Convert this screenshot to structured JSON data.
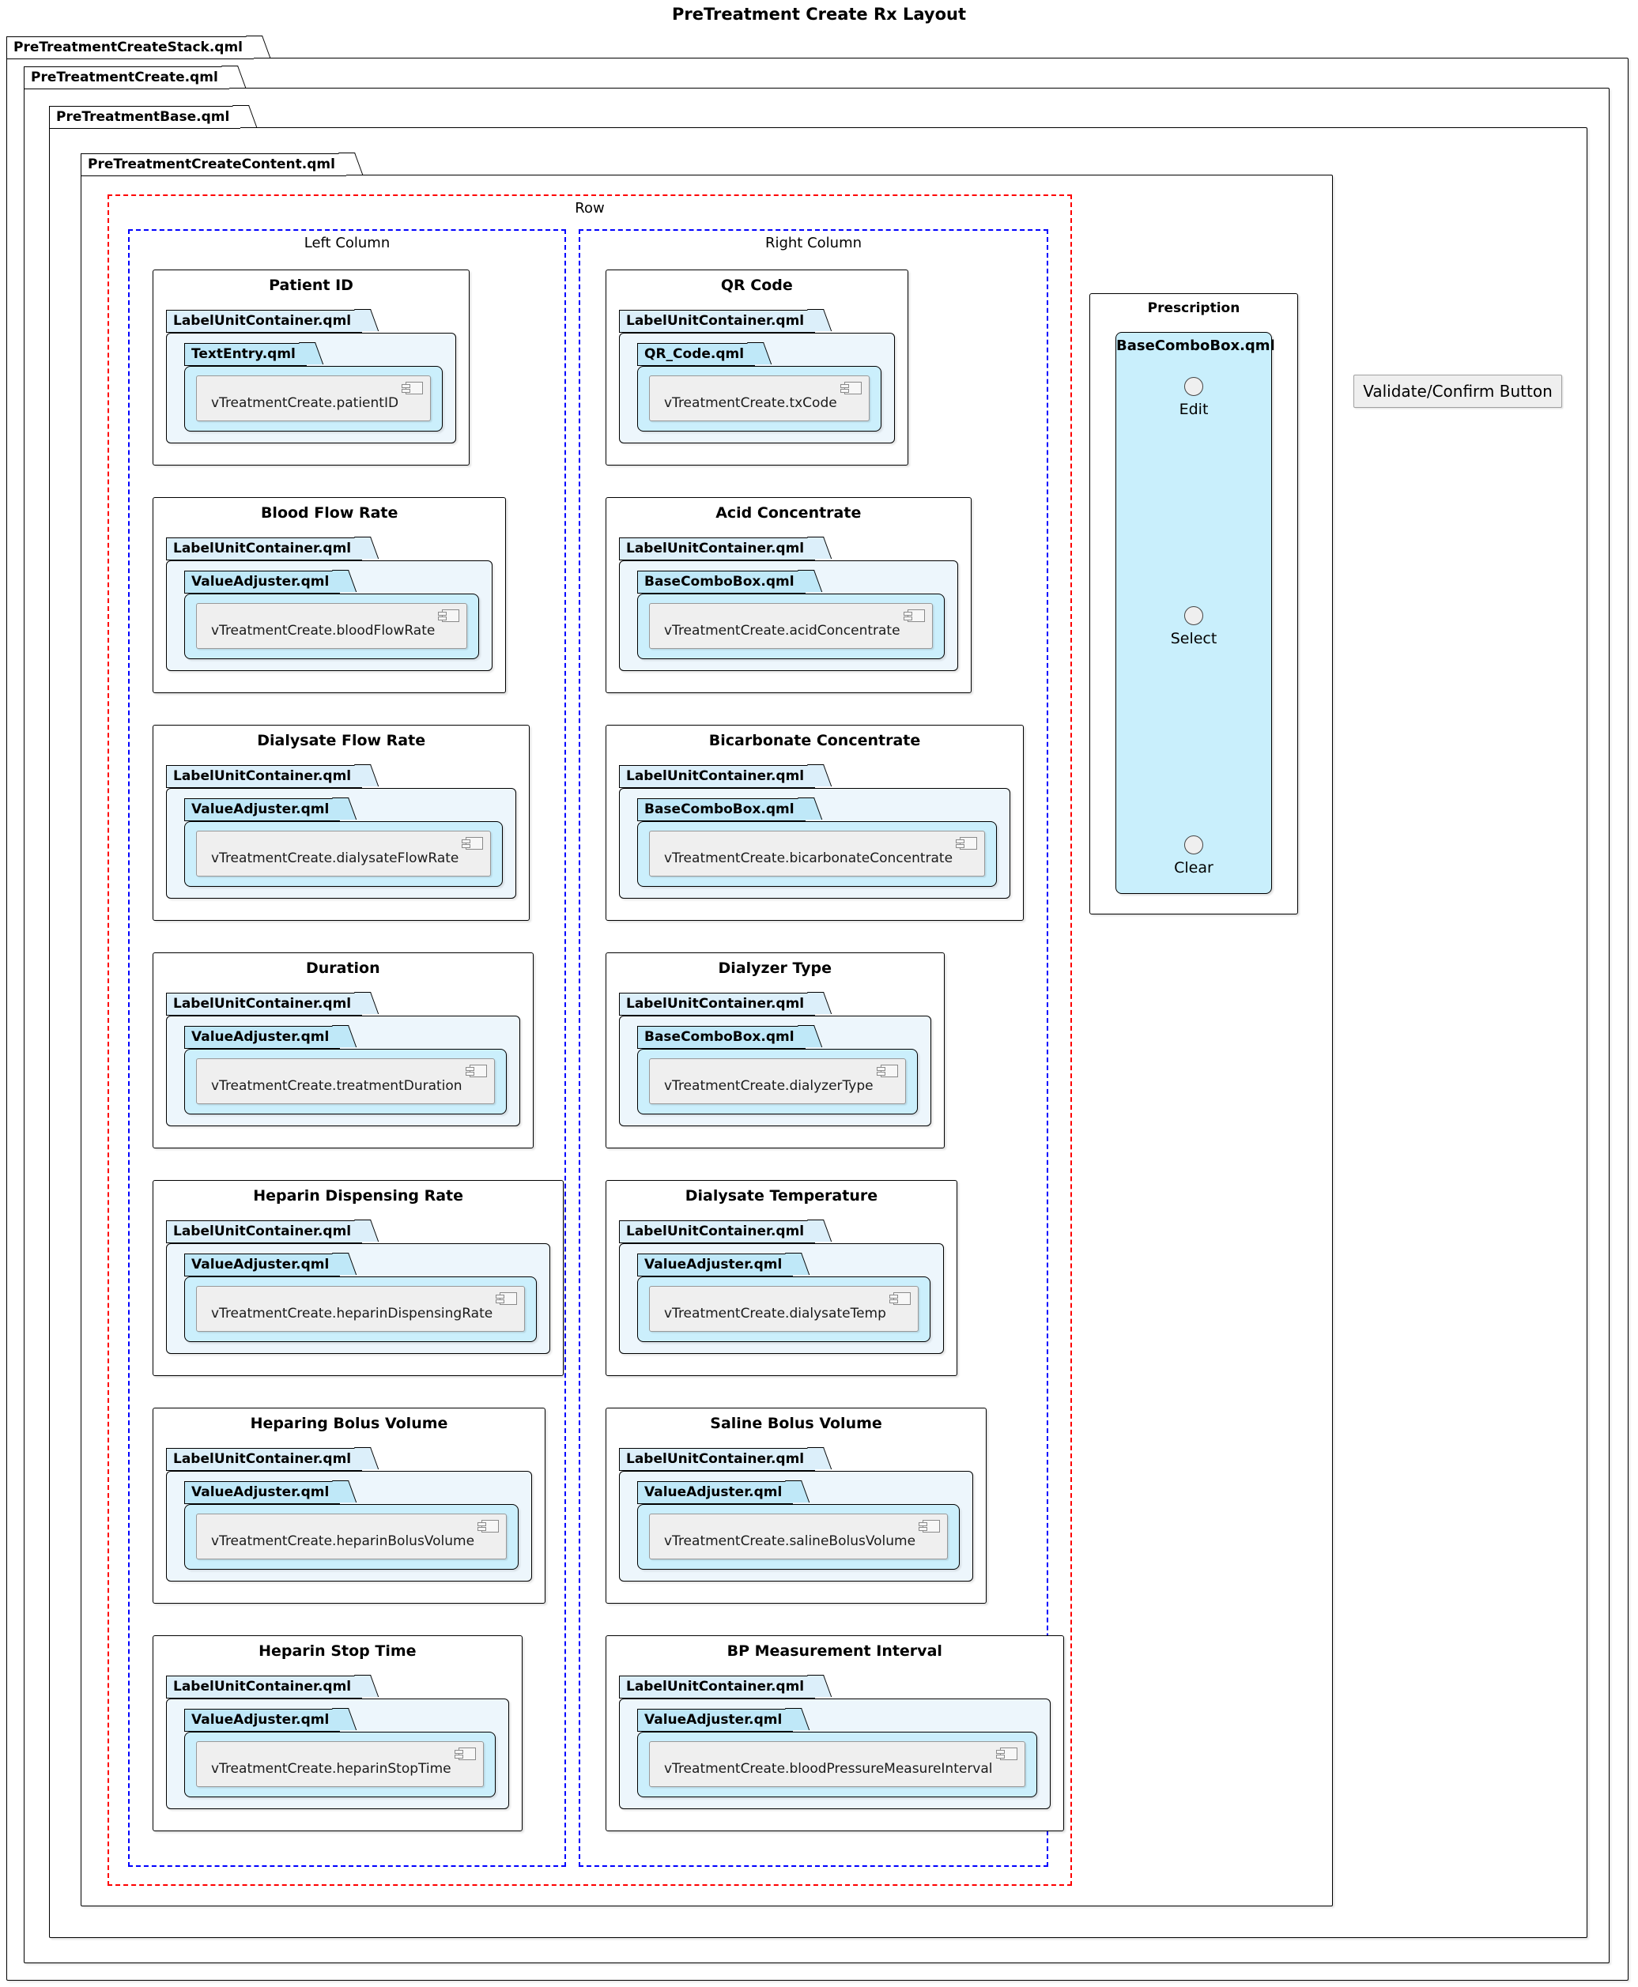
{
  "title": "PreTreatment Create Rx Layout",
  "frames": {
    "stack": "PreTreatmentCreateStack.qml",
    "create": "PreTreatmentCreate.qml",
    "base": "PreTreatmentBase.qml",
    "content": "PreTreatmentCreateContent.qml"
  },
  "row": {
    "label": "Row"
  },
  "columns": {
    "left": {
      "label": "Left Column",
      "items": [
        {
          "title": "Patient ID",
          "container": "LabelUnitContainer.qml",
          "widget": "TextEntry.qml",
          "component": "vTreatmentCreate.patientID"
        },
        {
          "title": "Blood Flow Rate",
          "container": "LabelUnitContainer.qml",
          "widget": "ValueAdjuster.qml",
          "component": "vTreatmentCreate.bloodFlowRate"
        },
        {
          "title": "Dialysate Flow Rate",
          "container": "LabelUnitContainer.qml",
          "widget": "ValueAdjuster.qml",
          "component": "vTreatmentCreate.dialysateFlowRate"
        },
        {
          "title": "Duration",
          "container": "LabelUnitContainer.qml",
          "widget": "ValueAdjuster.qml",
          "component": "vTreatmentCreate.treatmentDuration"
        },
        {
          "title": "Heparin Dispensing Rate",
          "container": "LabelUnitContainer.qml",
          "widget": "ValueAdjuster.qml",
          "component": "vTreatmentCreate.heparinDispensingRate"
        },
        {
          "title": "Heparing Bolus Volume",
          "container": "LabelUnitContainer.qml",
          "widget": "ValueAdjuster.qml",
          "component": "vTreatmentCreate.heparinBolusVolume"
        },
        {
          "title": "Heparin Stop Time",
          "container": "LabelUnitContainer.qml",
          "widget": "ValueAdjuster.qml",
          "component": "vTreatmentCreate.heparinStopTime"
        }
      ]
    },
    "right": {
      "label": "Right Column",
      "items": [
        {
          "title": "QR Code",
          "container": "LabelUnitContainer.qml",
          "widget": "QR_Code.qml",
          "component": "vTreatmentCreate.txCode"
        },
        {
          "title": "Acid Concentrate",
          "container": "LabelUnitContainer.qml",
          "widget": "BaseComboBox.qml",
          "component": "vTreatmentCreate.acidConcentrate"
        },
        {
          "title": "Bicarbonate Concentrate",
          "container": "LabelUnitContainer.qml",
          "widget": "BaseComboBox.qml",
          "component": "vTreatmentCreate.bicarbonateConcentrate"
        },
        {
          "title": "Dialyzer Type",
          "container": "LabelUnitContainer.qml",
          "widget": "BaseComboBox.qml",
          "component": "vTreatmentCreate.dialyzerType"
        },
        {
          "title": "Dialysate Temperature",
          "container": "LabelUnitContainer.qml",
          "widget": "ValueAdjuster.qml",
          "component": "vTreatmentCreate.dialysateTemp"
        },
        {
          "title": "Saline Bolus Volume",
          "container": "LabelUnitContainer.qml",
          "widget": "ValueAdjuster.qml",
          "component": "vTreatmentCreate.salineBolusVolume"
        },
        {
          "title": "BP Measurement Interval",
          "container": "LabelUnitContainer.qml",
          "widget": "ValueAdjuster.qml",
          "component": "vTreatmentCreate.bloodPressureMeasureInterval"
        }
      ]
    }
  },
  "prescription": {
    "title": "Prescription",
    "combo_label": "BaseComboBox.qml",
    "options": [
      "Edit",
      "Select",
      "Clear"
    ]
  },
  "validate_button_label": "Validate/Confirm Button",
  "colors": {
    "row_dashed": "#FF0000",
    "column_dashed": "#0000FF",
    "container_tab": "#DCEFFA",
    "container_body": "#EDF6FC",
    "widget_tab": "#BFE8F8",
    "widget_body": "#CBEFFC",
    "combo_fill": "#C9EFFC",
    "component_fill": "#EFEFEF",
    "frame_border": "#000000"
  }
}
